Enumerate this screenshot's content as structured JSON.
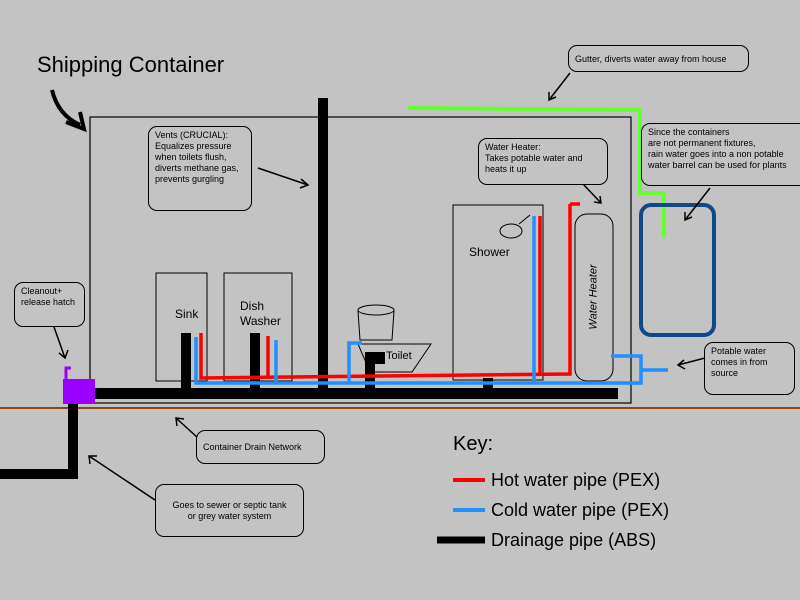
{
  "title": "Shipping Container",
  "notes": {
    "gutter": "Gutter, diverts water away from house",
    "vents": "Vents (CRUCIAL):\nEqualizes pressure\nwhen toilets flush,\ndiverts methane gas,\nprevents gurgling",
    "water_heater": "Water Heater:\nTakes  potable water and\nheats it up",
    "containers": "Since the containers\nare not permanent fixtures,\nrain water goes into a non potable\nwater barrel can be used for plants",
    "cleanout": "Cleanout+\nrelease hatch",
    "potable": "Potable water\ncomes in from\nsource",
    "drain_network": "Container Drain Network",
    "sewer": "Goes to sewer or septic tank\nor grey water system"
  },
  "fixtures": {
    "sink": "Sink",
    "dishwasher": "Dish\nWasher",
    "toilet": "Toilet",
    "shower": "Shower",
    "water_heater": "Water Heater"
  },
  "key": {
    "title": "Key:",
    "items": [
      {
        "label": "Hot water pipe (PEX)",
        "color": "#ff0000"
      },
      {
        "label": "Cold water pipe (PEX)",
        "color": "#1e90ff"
      },
      {
        "label": "Drainage pipe  (ABS)",
        "color": "#000000"
      }
    ]
  },
  "colors": {
    "background": "#c3c3c3",
    "ground": "#8b4513",
    "gutter": "#66ff33",
    "cleanout": "#9900ff",
    "barrel": "#0e4a8a"
  }
}
